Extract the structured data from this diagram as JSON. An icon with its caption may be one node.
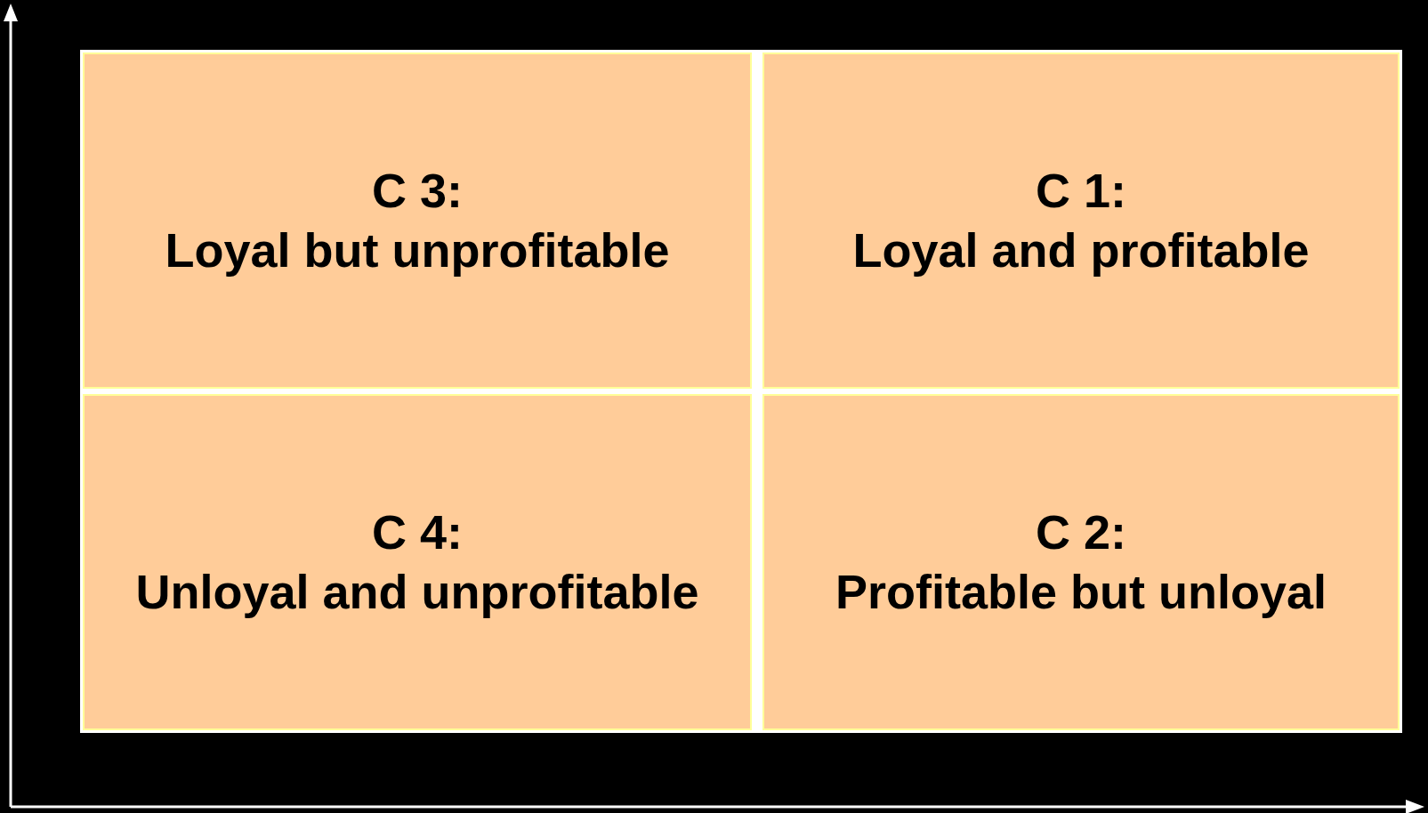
{
  "diagram": {
    "nodes": [
      {
        "text": [
          "C 3:",
          "Loyal but unprofitable"
        ]
      },
      {
        "text": [
          "C 1:",
          "Loyal and profitable"
        ]
      },
      {
        "text": [
          "C 4:",
          "Unloyal and unprofitable"
        ]
      },
      {
        "text": [
          "C 2:",
          "Profitable but unloyal"
        ]
      }
    ]
  }
}
